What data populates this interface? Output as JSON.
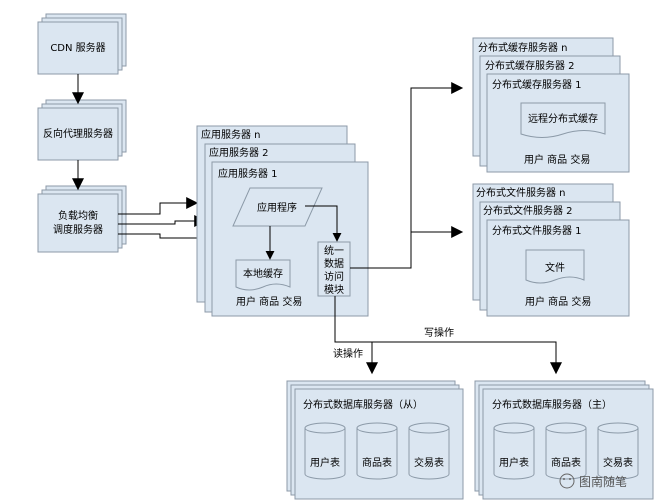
{
  "labels": {
    "cdn": "CDN 服务器",
    "reverse_proxy": "反向代理服务器",
    "lb_line1": "负载均衡",
    "lb_line2": "调度服务器",
    "app_n": "应用服务器 n",
    "app_2": "应用服务器 2",
    "app_1": "应用服务器 1",
    "app_program": "应用程序",
    "local_cache": "本地缓存",
    "user_goods_trade": "用户 商品 交易",
    "dal_1": "统一",
    "dal_2": "数据",
    "dal_3": "访问",
    "dal_4": "模块",
    "cache_n": "分布式缓存服务器 n",
    "cache_2": "分布式缓存服务器 2",
    "cache_1": "分布式缓存服务器 1",
    "remote_cache": "远程分布式缓存",
    "file_n": "分布式文件服务器 n",
    "file_2": "分布式文件服务器 2",
    "file_1": "分布式文件服务器 1",
    "file": "文件",
    "write_op": "写操作",
    "read_op": "读操作",
    "db_slave": "分布式数据库服务器（从）",
    "db_master": "分布式数据库服务器（主）",
    "user_table": "用户表",
    "goods_table": "商品表",
    "trade_table": "交易表",
    "watermark": "图南随笔"
  },
  "colors": {
    "box_fill": "#dbe6f1",
    "box_stroke": "#8c9aa8",
    "arrow": "#000000"
  }
}
